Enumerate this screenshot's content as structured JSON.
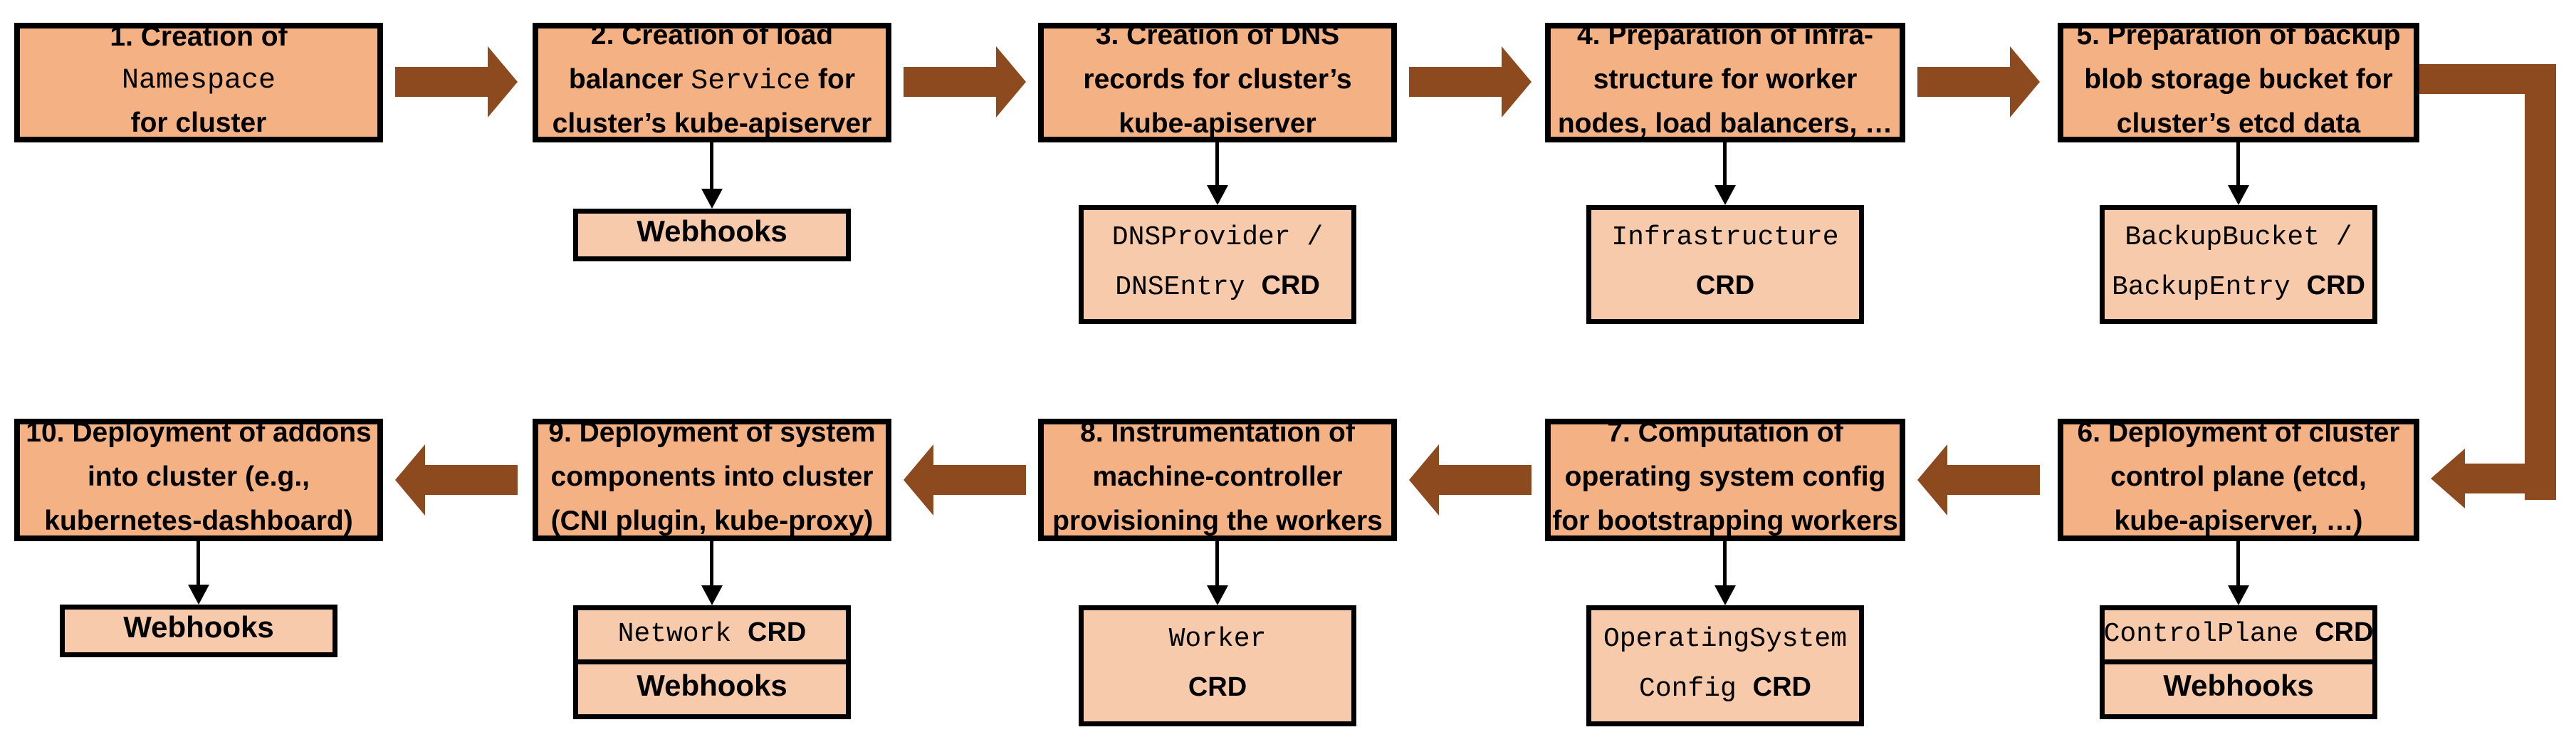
{
  "colors": {
    "box_fill": "#F4B183",
    "sub_fill": "#F7CAAC",
    "arrow": "#8C4A1E",
    "ink": "#000000",
    "bg": "#FFFFFF"
  },
  "steps": [
    {
      "id": "1",
      "lines": [
        [
          {
            "t": "1. Creation of",
            "f": "sans"
          }
        ],
        [
          {
            "t": "Namespace",
            "f": "mono"
          }
        ],
        [
          {
            "t": "for cluster",
            "f": "sans"
          }
        ]
      ],
      "sub": null
    },
    {
      "id": "2",
      "lines": [
        [
          {
            "t": "2. Creation of load",
            "f": "sans"
          }
        ],
        [
          {
            "t": "balancer ",
            "f": "sans"
          },
          {
            "t": "Service",
            "f": "mono"
          },
          {
            "t": " for",
            "f": "sans"
          }
        ],
        [
          {
            "t": "cluster’s kube-apiserver",
            "f": "sans"
          }
        ]
      ],
      "sub": {
        "kind": "single",
        "lines": [
          [
            {
              "t": "Webhooks",
              "f": "sans"
            }
          ]
        ]
      }
    },
    {
      "id": "3",
      "lines": [
        [
          {
            "t": "3. Creation of DNS",
            "f": "sans"
          }
        ],
        [
          {
            "t": "records for cluster’s",
            "f": "sans"
          }
        ],
        [
          {
            "t": "kube-apiserver",
            "f": "sans"
          }
        ]
      ],
      "sub": {
        "kind": "single",
        "lines": [
          [
            {
              "t": "DNSProvider /",
              "f": "mono"
            }
          ],
          [
            {
              "t": "DNSEntry ",
              "f": "mono"
            },
            {
              "t": "CRD",
              "f": "crd"
            }
          ]
        ]
      }
    },
    {
      "id": "4",
      "lines": [
        [
          {
            "t": "4. Preparation of infra-",
            "f": "sans"
          }
        ],
        [
          {
            "t": "structure for worker",
            "f": "sans"
          }
        ],
        [
          {
            "t": "nodes, load balancers, …",
            "f": "sans"
          }
        ]
      ],
      "sub": {
        "kind": "single",
        "lines": [
          [
            {
              "t": "Infrastructure",
              "f": "mono"
            }
          ],
          [
            {
              "t": "CRD",
              "f": "crd"
            }
          ]
        ]
      }
    },
    {
      "id": "5",
      "lines": [
        [
          {
            "t": "5. Preparation of backup",
            "f": "sans"
          }
        ],
        [
          {
            "t": "blob storage bucket for",
            "f": "sans"
          }
        ],
        [
          {
            "t": "cluster’s etcd data",
            "f": "sans"
          }
        ]
      ],
      "sub": {
        "kind": "single",
        "lines": [
          [
            {
              "t": "BackupBucket /",
              "f": "mono"
            }
          ],
          [
            {
              "t": "BackupEntry ",
              "f": "mono"
            },
            {
              "t": "CRD",
              "f": "crd"
            }
          ]
        ]
      }
    },
    {
      "id": "6",
      "lines": [
        [
          {
            "t": "6. Deployment of cluster",
            "f": "sans"
          }
        ],
        [
          {
            "t": "control plane (etcd,",
            "f": "sans"
          }
        ],
        [
          {
            "t": "kube-apiserver, …)",
            "f": "sans"
          }
        ]
      ],
      "sub": {
        "kind": "stack",
        "cells": [
          [
            [
              {
                "t": "ControlPlane ",
                "f": "mono"
              },
              {
                "t": "CRD",
                "f": "crd"
              }
            ]
          ],
          [
            [
              {
                "t": "Webhooks",
                "f": "sans"
              }
            ]
          ]
        ]
      }
    },
    {
      "id": "7",
      "lines": [
        [
          {
            "t": "7. Computation of",
            "f": "sans"
          }
        ],
        [
          {
            "t": "operating system config",
            "f": "sans"
          }
        ],
        [
          {
            "t": "for bootstrapping workers",
            "f": "sans"
          }
        ]
      ],
      "sub": {
        "kind": "single",
        "lines": [
          [
            {
              "t": "OperatingSystem",
              "f": "mono"
            }
          ],
          [
            {
              "t": "Config ",
              "f": "mono"
            },
            {
              "t": "CRD",
              "f": "crd"
            }
          ]
        ]
      }
    },
    {
      "id": "8",
      "lines": [
        [
          {
            "t": "8. Instrumentation of",
            "f": "sans"
          }
        ],
        [
          {
            "t": "machine-controller",
            "f": "sans"
          }
        ],
        [
          {
            "t": "provisioning the workers",
            "f": "sans"
          }
        ]
      ],
      "sub": {
        "kind": "single",
        "lines": [
          [
            {
              "t": "Worker",
              "f": "mono"
            }
          ],
          [
            {
              "t": "CRD",
              "f": "crd"
            }
          ]
        ]
      }
    },
    {
      "id": "9",
      "lines": [
        [
          {
            "t": "9. Deployment of system",
            "f": "sans"
          }
        ],
        [
          {
            "t": "components into cluster",
            "f": "sans"
          }
        ],
        [
          {
            "t": "(CNI plugin, kube-proxy)",
            "f": "sans"
          }
        ]
      ],
      "sub": {
        "kind": "stack",
        "cells": [
          [
            [
              {
                "t": "Network ",
                "f": "mono"
              },
              {
                "t": "CRD",
                "f": "crd"
              }
            ]
          ],
          [
            [
              {
                "t": "Webhooks",
                "f": "sans"
              }
            ]
          ]
        ]
      }
    },
    {
      "id": "10",
      "lines": [
        [
          {
            "t": "10. Deployment of addons",
            "f": "sans"
          }
        ],
        [
          {
            "t": "into cluster (e.g.,",
            "f": "sans"
          }
        ],
        [
          {
            "t": "kubernetes-dashboard)",
            "f": "sans"
          }
        ]
      ],
      "sub": {
        "kind": "single",
        "lines": [
          [
            {
              "t": "Webhooks",
              "f": "sans"
            }
          ]
        ]
      }
    }
  ],
  "arrows": [
    {
      "from": "1",
      "to": "2",
      "direction": "right"
    },
    {
      "from": "2",
      "to": "3",
      "direction": "right"
    },
    {
      "from": "3",
      "to": "4",
      "direction": "right"
    },
    {
      "from": "4",
      "to": "5",
      "direction": "right"
    },
    {
      "from": "5",
      "to": "6",
      "direction": "elbow-down-left"
    },
    {
      "from": "6",
      "to": "7",
      "direction": "left"
    },
    {
      "from": "7",
      "to": "8",
      "direction": "left"
    },
    {
      "from": "8",
      "to": "9",
      "direction": "left"
    },
    {
      "from": "9",
      "to": "10",
      "direction": "left"
    }
  ]
}
